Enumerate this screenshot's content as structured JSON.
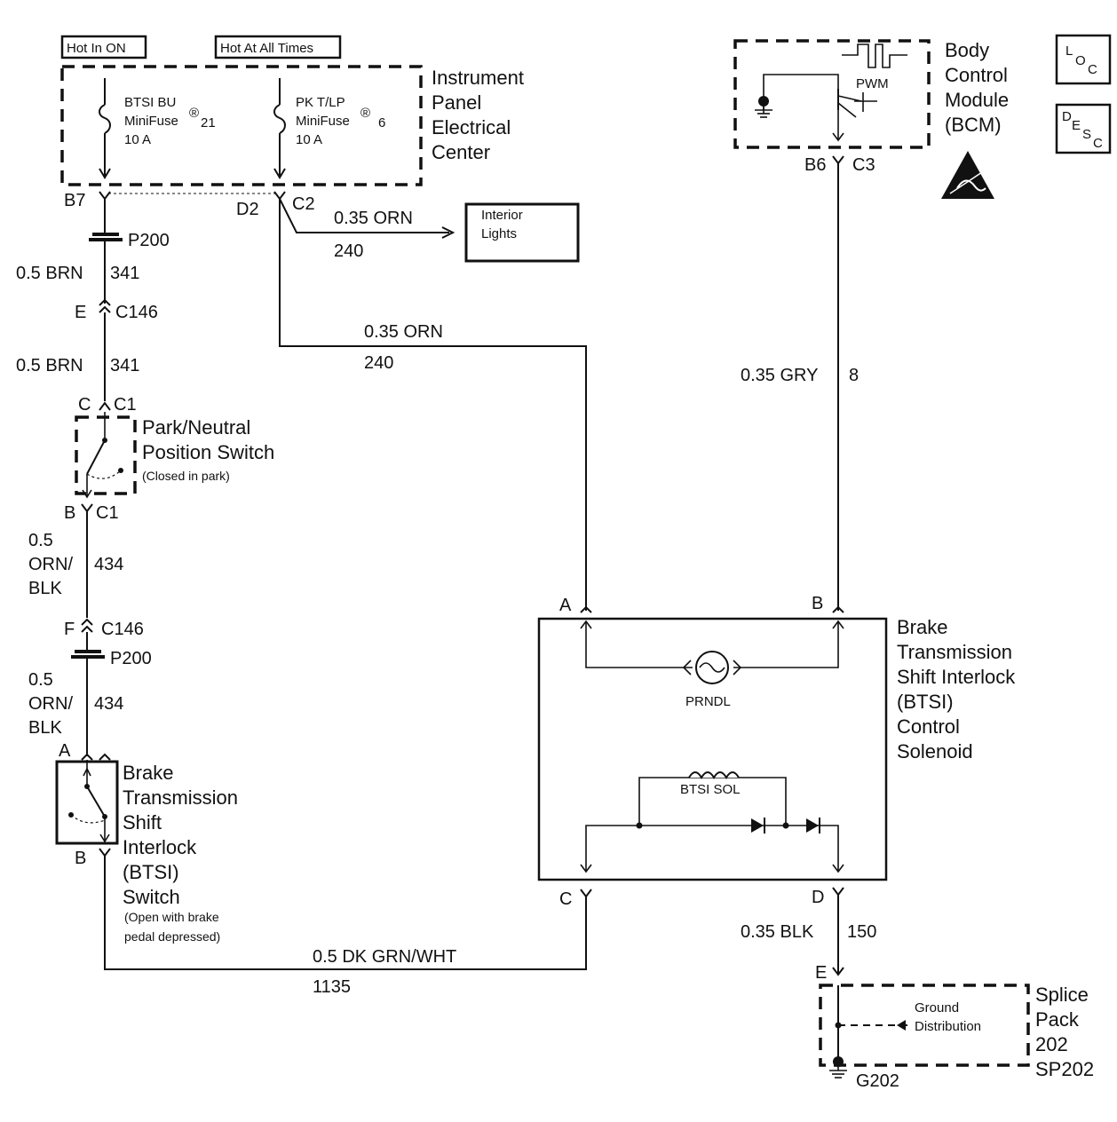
{
  "top_tags": {
    "hot_in_on": "Hot In ON",
    "hot_at_all_times": "Hot At All Times"
  },
  "ipec": {
    "title_lines": [
      "Instrument",
      "Panel",
      "Electrical",
      "Center"
    ],
    "fuse1": {
      "line1": "BTSI BU",
      "line2": "MiniFuse",
      "num": "21",
      "rating": "10  A"
    },
    "fuse2": {
      "line1": "PK T/LP",
      "line2": "MiniFuse",
      "num": "6",
      "rating": "10  A"
    },
    "registered": "®"
  },
  "bcm": {
    "title_lines": [
      "Body",
      "Control",
      "Module",
      "(BCM)"
    ],
    "pwm": "PWM"
  },
  "icons": {
    "loc_box": [
      "L",
      "O",
      "C"
    ],
    "desc_box": [
      "D",
      "E",
      "S",
      "C"
    ],
    "esd_symbol": "esd-warning-icon",
    "fuse_symbol": "fuse-icon",
    "ground_symbol": "ground-icon",
    "transistor_symbol": "transistor-icon",
    "diode_symbol": "diode-icon",
    "coil_symbol": "solenoid-coil-icon",
    "lamp_symbol": "lamp-icon"
  },
  "connectors": {
    "b7": "B7",
    "d2": "D2",
    "c2_top": "C2",
    "p200_top": "P200",
    "e": "E",
    "c146_top": "C146",
    "c_pnp": "C",
    "c1_pnp_top": "C1",
    "b_pnp": "B",
    "c1_pnp_bottom": "C1",
    "f": "F",
    "c146_bottom": "C146",
    "p200_bottom": "P200",
    "a_btsi": "A",
    "b_btsi": "B",
    "b6": "B6",
    "c3": "C3",
    "sol_a": "A",
    "sol_b": "B",
    "sol_c": "C",
    "sol_d": "D",
    "e_splice": "E"
  },
  "wires": {
    "orn_interior": {
      "gauge": "0.35 ORN",
      "circuit": "240"
    },
    "orn_main": {
      "gauge": "0.35 ORN",
      "circuit": "240"
    },
    "brn_upper": {
      "gauge": "0.5 BRN",
      "circuit": "341"
    },
    "brn_lower": {
      "gauge": "0.5 BRN",
      "circuit": "341"
    },
    "orn_blk_upper": {
      "lines": [
        "0.5",
        "ORN/",
        "BLK"
      ],
      "circuit": "434"
    },
    "orn_blk_lower": {
      "lines": [
        "0.5",
        "ORN/",
        "BLK"
      ],
      "circuit": "434"
    },
    "gry": {
      "gauge": "0.35 GRY",
      "circuit": "8"
    },
    "blk": {
      "gauge": "0.35 BLK",
      "circuit": "150"
    },
    "dk_grn_wht": {
      "gauge": "0.5 DK GRN/WHT",
      "circuit": "1135"
    }
  },
  "interior_lights": {
    "lines": [
      "Interior",
      "Lights"
    ]
  },
  "pnp_switch": {
    "title_lines": [
      "Park/Neutral",
      "Position Switch"
    ],
    "note": "(Closed in park)"
  },
  "btsi_switch": {
    "title_lines": [
      "Brake",
      "Transmission",
      "Shift",
      "Interlock",
      "(BTSI)",
      "Switch"
    ],
    "note_lines": [
      "(Open with brake",
      "pedal depressed)"
    ]
  },
  "solenoid": {
    "title_lines": [
      "Brake",
      "Transmission",
      "Shift Interlock",
      "(BTSI)",
      "Control",
      "Solenoid"
    ],
    "prndl": "PRNDL",
    "coil_label": "BTSI SOL"
  },
  "splice": {
    "title_lines": [
      "Splice",
      "Pack",
      "202",
      "SP202"
    ],
    "ground_lines": [
      "Ground",
      "Distribution"
    ],
    "ground_id": "G202"
  }
}
